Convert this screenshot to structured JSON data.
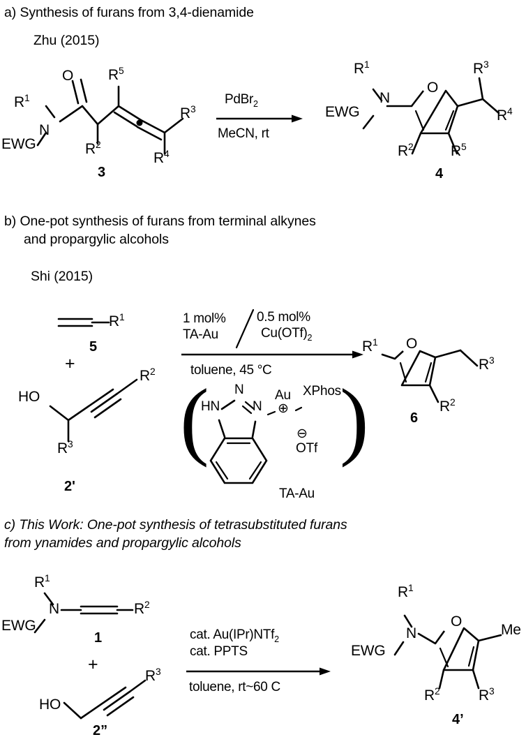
{
  "figure": {
    "type": "reaction-scheme",
    "caption_style": "lettered-panels"
  },
  "panel_a": {
    "heading": "a) Synthesis of furans from 3,4-dienamide",
    "attribution": "Zhu (2015)",
    "reactant": {
      "label": "3",
      "name": "3,4-dienamide",
      "atoms": {
        "n": "N",
        "o": "O",
        "ewg": "EWG",
        "r1": "R",
        "r1_sup": "1",
        "r2": "R",
        "r2_sup": "2",
        "r3": "R",
        "r3_sup": "3",
        "r4": "R",
        "r4_sup": "4",
        "r5": "R",
        "r5_sup": "5"
      }
    },
    "conditions": {
      "above": "PdBr",
      "above_sub": "2",
      "below": "MeCN, rt"
    },
    "product": {
      "label": "4",
      "name": "furan",
      "atoms": {
        "n": "N",
        "o": "O",
        "ewg": "EWG",
        "r1": "R",
        "r1_sup": "1",
        "r2": "R",
        "r2_sup": "2",
        "r3": "R",
        "r3_sup": "3",
        "r4": "R",
        "r4_sup": "4",
        "r5": "R",
        "r5_sup": "5"
      }
    }
  },
  "panel_b": {
    "heading_line1": "b) One-pot synthesis of furans from terminal alkynes",
    "heading_line2": "and propargylic alcohols",
    "attribution": "Shi (2015)",
    "reactant_1": {
      "label": "5",
      "name": "terminal alkyne",
      "atoms": {
        "r1": "R",
        "r1_sup": "1"
      }
    },
    "plus": "+",
    "reactant_2": {
      "label": "2'",
      "name": "propargylic alcohol",
      "atoms": {
        "ho": "HO",
        "r2": "R",
        "r2_sup": "2",
        "r3": "R",
        "r3_sup": "3"
      }
    },
    "conditions": {
      "above_left_line1": "1 mol%",
      "above_left_line2": "TA-Au",
      "above_right_line1": "0.5 mol%",
      "above_right_line2": "Cu(OTf)",
      "above_right_line2_sub": "2",
      "below": "toluene, 45  °C"
    },
    "catalyst_box": {
      "name_label": "TA-Au",
      "atoms": {
        "hn": "HN",
        "n_top": "N",
        "n_right": "N",
        "au": "Au",
        "xphos": "XPhos",
        "plus_charge": "⊕",
        "minus_charge": "⊖",
        "otf": "OTf"
      }
    },
    "product": {
      "label": "6",
      "name": "furan",
      "atoms": {
        "o": "O",
        "r1": "R",
        "r1_sup": "1",
        "r2": "R",
        "r2_sup": "2",
        "r3": "R",
        "r3_sup": "3"
      }
    }
  },
  "panel_c": {
    "heading_line1": "c) This Work: One-pot synthesis of tetrasubstituted furans",
    "heading_line2": "from ynamides and propargylic alcohols",
    "reactant_1": {
      "label": "1",
      "name": "ynamide",
      "atoms": {
        "n": "N",
        "ewg": "EWG",
        "r1": "R",
        "r1_sup": "1",
        "r2": "R",
        "r2_sup": "2"
      }
    },
    "plus": "+",
    "reactant_2": {
      "label": "2”",
      "name": "propargylic alcohol",
      "atoms": {
        "ho": "HO",
        "r3": "R",
        "r3_sup": "3"
      }
    },
    "conditions": {
      "above_line1": "cat. Au(IPr)NTf",
      "above_line1_sub": "2",
      "above_line2": "cat. PPTS",
      "below": "toluene, rt~60 C"
    },
    "product": {
      "label": "4’",
      "name": "tetrasubstituted furan",
      "atoms": {
        "n": "N",
        "o": "O",
        "ewg": "EWG",
        "me": "Me",
        "r1": "R",
        "r1_sup": "1",
        "r2": "R",
        "r2_sup": "2",
        "r3": "R",
        "r3_sup": "3"
      }
    }
  },
  "colors": {
    "ink": "#000000",
    "background": "#ffffff"
  }
}
